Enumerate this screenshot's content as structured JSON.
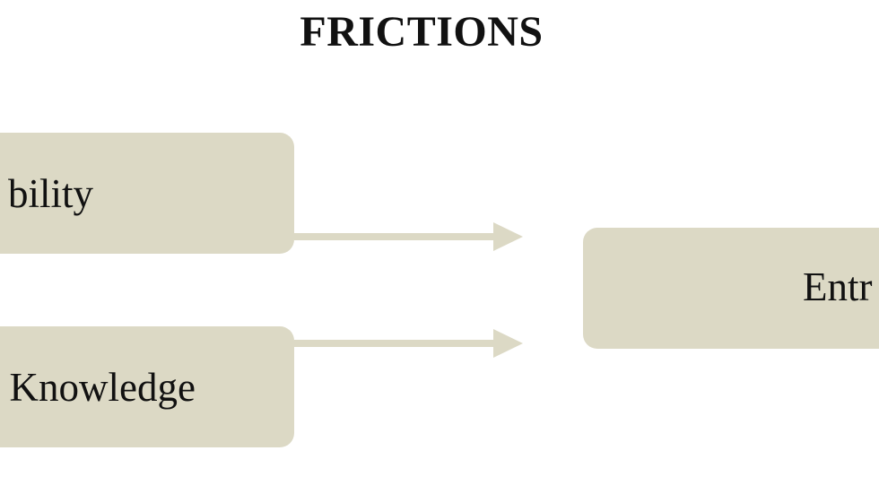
{
  "title": "FRICTIONS",
  "colors": {
    "box_fill": "#dcd9c5",
    "arrow": "#dcd9c5",
    "text": "#111111",
    "background": "#ffffff"
  },
  "boxes": {
    "top_left": {
      "label": "bility"
    },
    "bottom_left": {
      "label": "Knowledge"
    },
    "right": {
      "label": "Entr"
    }
  }
}
